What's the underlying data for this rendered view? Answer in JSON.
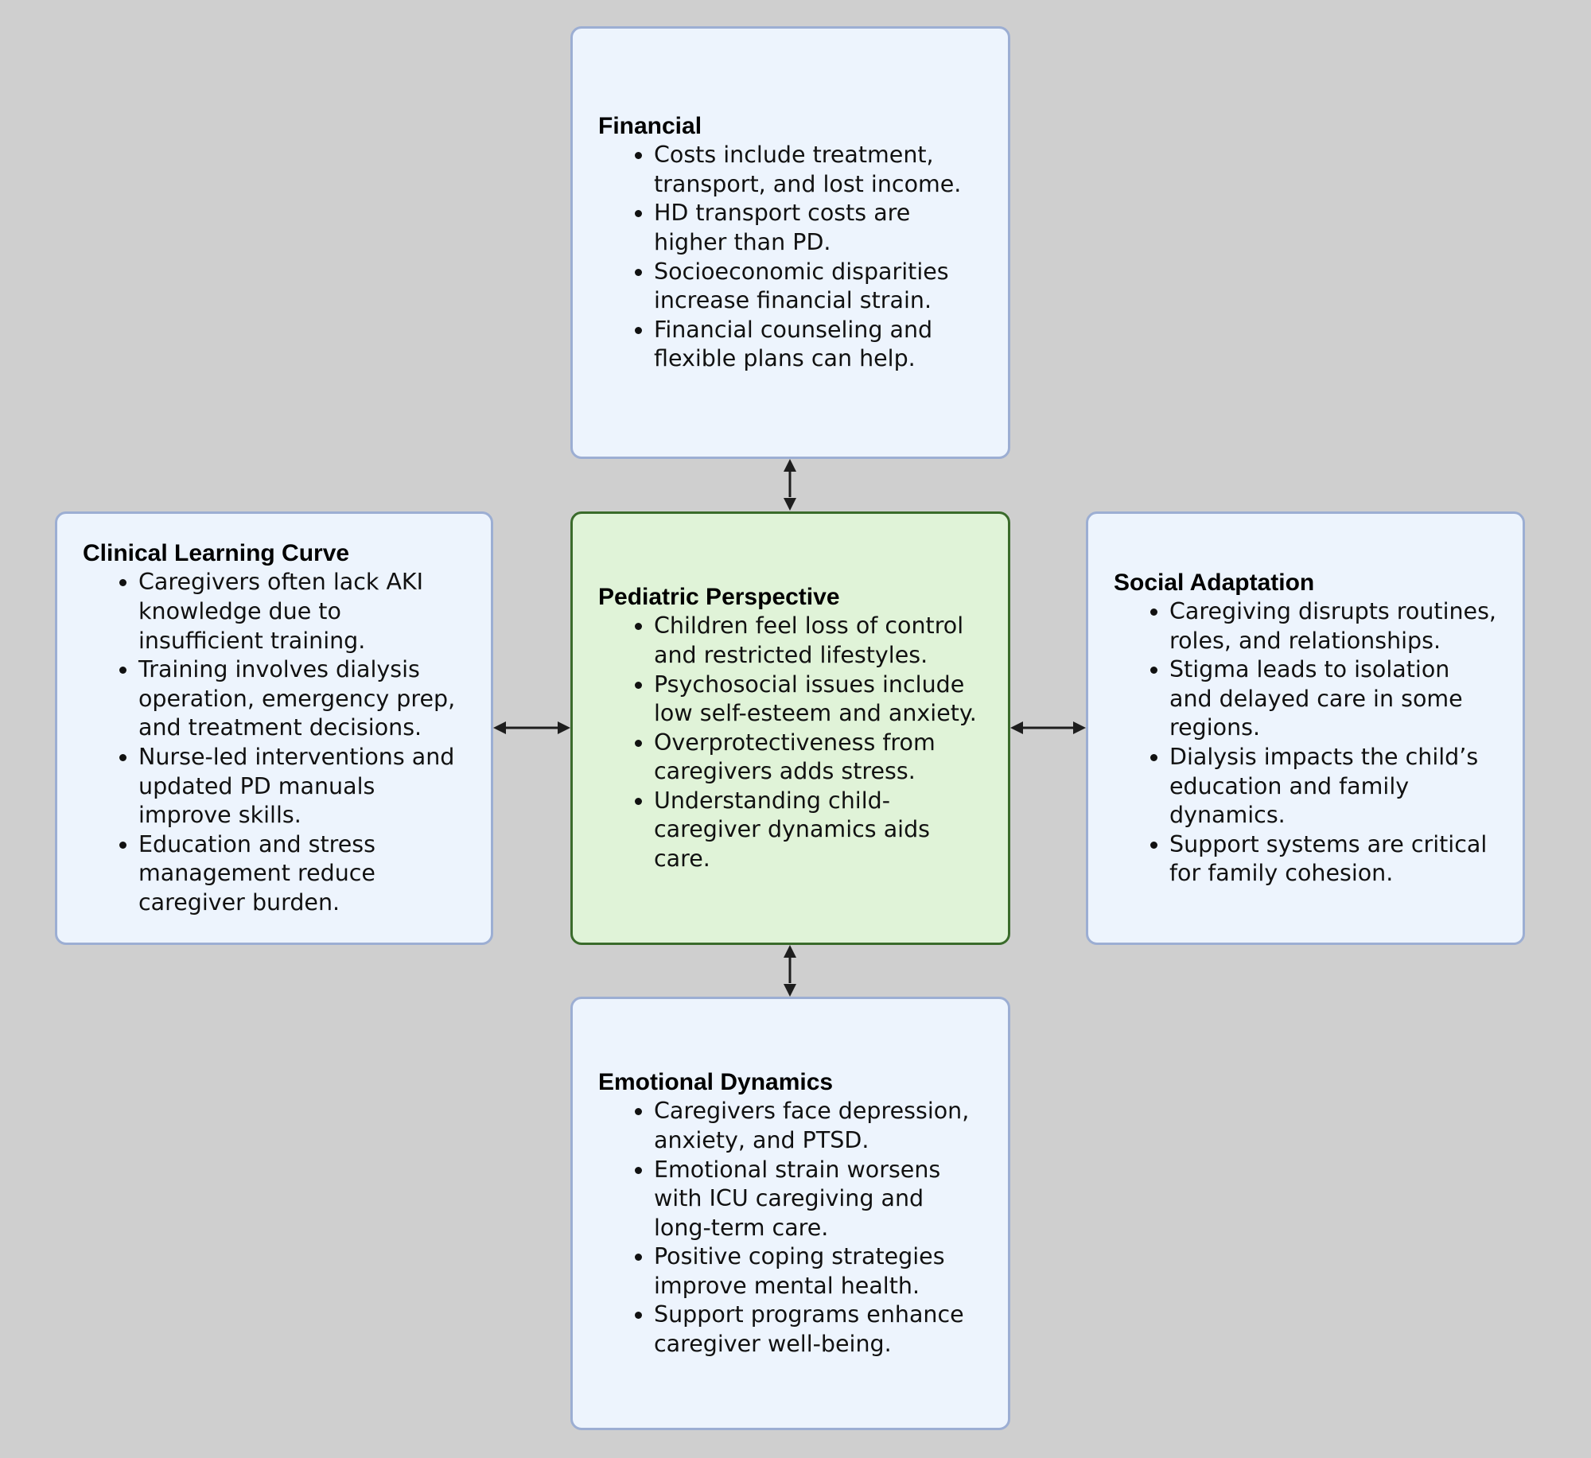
{
  "diagram": {
    "center": {
      "title": "Pediatric Perspective",
      "bullets": [
        "Children feel loss of control and restricted lifestyles.",
        "Psychosocial issues include low self-esteem and anxiety.",
        "Overprotectiveness from caregivers adds stress.",
        "Understanding child-caregiver dynamics aids care."
      ]
    },
    "top": {
      "title": "Financial",
      "bullets": [
        "Costs include treatment, transport, and lost income.",
        "HD transport costs are higher than PD.",
        "Socioeconomic disparities increase financial strain.",
        "Financial counseling and flexible plans can help."
      ]
    },
    "left": {
      "title": "Clinical Learning Curve",
      "bullets": [
        "Caregivers often lack AKI knowledge due to insufficient training.",
        "Training involves dialysis operation, emergency prep, and treatment decisions.",
        "Nurse-led interventions and updated PD manuals improve skills.",
        "Education and stress management reduce caregiver burden."
      ]
    },
    "right": {
      "title": "Social Adaptation",
      "bullets": [
        "Caregiving disrupts routines, roles, and relationships.",
        "Stigma leads to isolation and delayed care in some regions.",
        "Dialysis impacts the child’s education and family dynamics.",
        "Support systems are critical for family cohesion."
      ]
    },
    "bottom": {
      "title": "Emotional Dynamics",
      "bullets": [
        "Caregivers face depression, anxiety, and PTSD.",
        "Emotional strain worsens with ICU caregiving and long-term care.",
        "Positive coping strategies improve mental health.",
        "Support programs enhance caregiver well-being."
      ]
    },
    "edges": [
      {
        "from": "center",
        "to": "top",
        "style": "bidirectional-arrow"
      },
      {
        "from": "center",
        "to": "left",
        "style": "bidirectional-arrow"
      },
      {
        "from": "center",
        "to": "right",
        "style": "bidirectional-arrow"
      },
      {
        "from": "center",
        "to": "bottom",
        "style": "bidirectional-arrow"
      }
    ],
    "colors": {
      "background": "#cfcfcf",
      "center_fill": "#e0f3d8",
      "center_border": "#3a6b2b",
      "outer_fill": "#edf4fd",
      "outer_border": "#9caed3",
      "arrow": "#1e1e1e"
    }
  }
}
